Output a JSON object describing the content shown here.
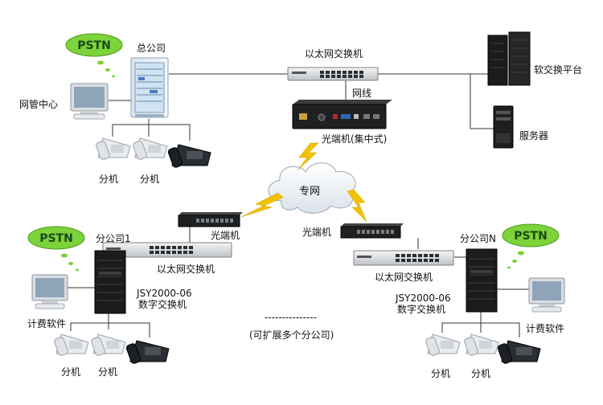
{
  "labels": {
    "hq": "总公司",
    "nms": "网管中心",
    "eth_switch_top": "以太网交换机",
    "network_cable": "网线",
    "optical_terminal_central": "光端机(集中式)",
    "softswitch": "软交换平台",
    "server": "服务器",
    "private_network": "专网",
    "ext_hq_1": "分机",
    "ext_hq_2": "分机",
    "optical_terminal_b1": "光端机",
    "eth_switch_b1": "以太网交换机",
    "branch1": "分公司1",
    "switch_model_b1": "JSY2000-06",
    "switch_desc_b1": "数字交换机",
    "billing_b1": "计费软件",
    "ext_b1_1": "分机",
    "ext_b1_2": "分机",
    "dashes": "---------------",
    "expandable": "(可扩展多个分公司)",
    "optical_terminal_bn": "光端机",
    "eth_switch_bn": "以太网交换机",
    "branchN": "分公司N",
    "switch_model_bn": "JSY2000-06",
    "switch_desc_bn": "数字交换机",
    "billing_bn": "计费软件",
    "ext_bn_1": "分机",
    "ext_bn_2": "分机"
  },
  "pstn_label": "PSTN",
  "colors": {
    "pstn_bubble": "#7dd33a",
    "lightning": "#f2c200",
    "cloud": "#eef2f6",
    "rack_dark": "#1c1c1c",
    "line": "#333333"
  }
}
